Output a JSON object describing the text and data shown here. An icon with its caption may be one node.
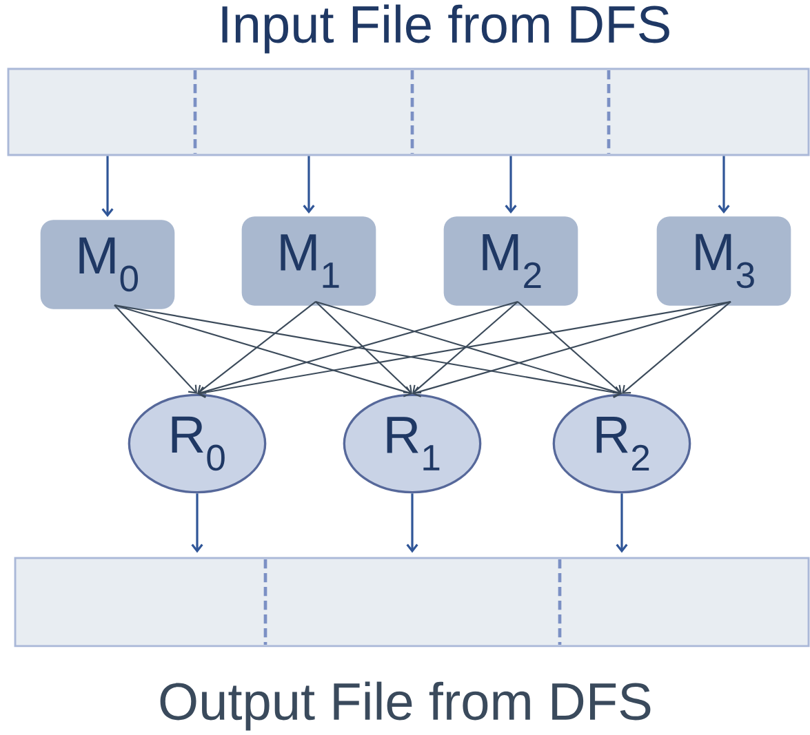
{
  "diagram": {
    "nodes": [
      {
        "text": [
          "Input File from DFS"
        ]
      },
      {
        "text": [
          "M$_{0}$"
        ]
      },
      {
        "text": [
          "M$_{1}$"
        ]
      },
      {
        "text": [
          "M$_{2}$"
        ]
      },
      {
        "text": [
          "M$_{3}$"
        ]
      },
      {
        "text": [
          "R$_{0}$"
        ]
      },
      {
        "text": [
          "R$_{1}$"
        ]
      },
      {
        "text": [
          "R$_{2}$"
        ]
      },
      {
        "text": [
          "Output File from DFS"
        ]
      }
    ],
    "edges": [
      {
        "from": 0,
        "to": 1,
        "arrow": "to",
        "color": "#2f5597"
      },
      {
        "from": 0,
        "to": 2,
        "arrow": "to",
        "color": "#2f5597"
      },
      {
        "from": 0,
        "to": 3,
        "arrow": "to",
        "color": "#2f5597"
      },
      {
        "from": 0,
        "to": 4,
        "arrow": "to",
        "color": "#2f5597"
      },
      {
        "from": 1,
        "to": 5,
        "arrow": "to"
      },
      {
        "from": 1,
        "to": 6,
        "arrow": "to"
      },
      {
        "from": 1,
        "to": 7,
        "arrow": "to"
      },
      {
        "from": 2,
        "to": 5,
        "arrow": "to"
      },
      {
        "from": 2,
        "to": 6,
        "arrow": "to"
      },
      {
        "from": 2,
        "to": 7,
        "arrow": "to"
      },
      {
        "from": 3,
        "to": 5,
        "arrow": "to"
      },
      {
        "from": 3,
        "to": 6,
        "arrow": "to"
      },
      {
        "from": 3,
        "to": 7,
        "arrow": "to"
      },
      {
        "from": 4,
        "to": 5,
        "arrow": "to"
      },
      {
        "from": 4,
        "to": 6,
        "arrow": "to"
      },
      {
        "from": 4,
        "to": 7,
        "arrow": "to"
      },
      {
        "from": 5,
        "to": 8,
        "arrow": "to",
        "color": "#2f5597"
      },
      {
        "from": 6,
        "to": 8,
        "arrow": "to",
        "color": "#2f5597"
      },
      {
        "from": 7,
        "to": 8,
        "arrow": "to",
        "color": "#2f5597"
      }
    ]
  }
}
